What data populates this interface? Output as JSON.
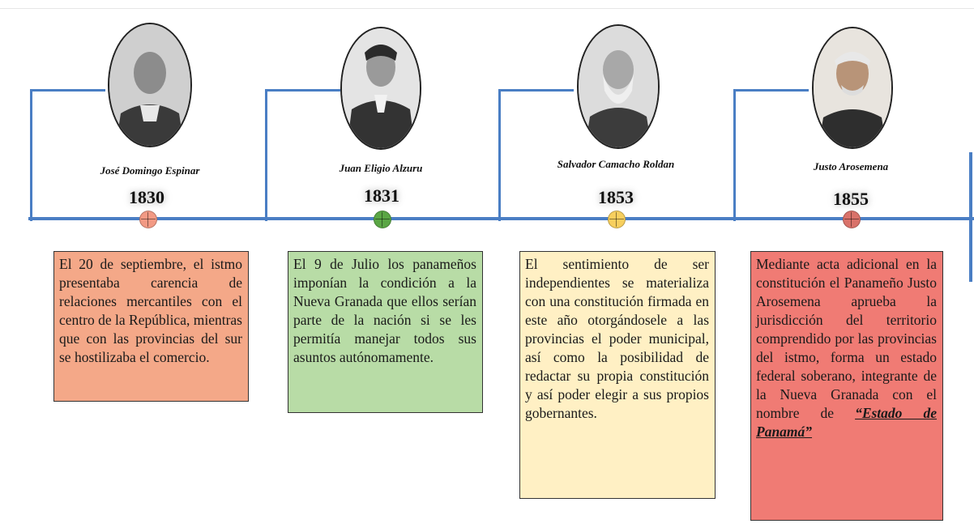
{
  "colors": {
    "axis": "#4a7ec4",
    "events": [
      "#f4a888",
      "#b8dca6",
      "#fff0c4",
      "#f07b74"
    ],
    "markers": [
      "#f29a84",
      "#5aa645",
      "#f7cf5e",
      "#d9726a"
    ]
  },
  "timeline": {
    "events": [
      {
        "name": "José Domingo Espinar",
        "year": "1830",
        "portrait": "jose-domingo-espinar-portrait",
        "text": "El 20 de septiembre, el istmo presentaba carencia de relaciones mercantiles con el centro de la República, mientras que con las provincias del sur se hostilizaba el comercio."
      },
      {
        "name": "Juan Eligio Alzuru",
        "year": "1831",
        "portrait": "juan-eligio-alzuru-portrait",
        "text": "El 9 de Julio los panameños imponían la condición a la Nueva Granada que ellos serían parte de la nación si se les permitía manejar todos sus asuntos autónomamente."
      },
      {
        "name": "Salvador Camacho Roldan",
        "year": "1853",
        "portrait": "salvador-camacho-roldan-portrait",
        "text": "El sentimiento de ser independientes se materializa con una constitución firmada en este año otorgándosele a las provincias el poder municipal, así como la posibilidad de redactar su propia constitución y así poder elegir a sus propios gobernantes."
      },
      {
        "name": "Justo Arosemena",
        "year": "1855",
        "portrait": "justo-arosemena-portrait",
        "text": "Mediante acta adicional en la constitución el Panameño Justo Arosemena aprueba la jurisdicción del territorio comprendido por las provincias del istmo, forma un estado federal soberano, integrante de la Nueva Granada con el nombre de",
        "emphasis": "“Estado de Panamá”"
      }
    ]
  }
}
